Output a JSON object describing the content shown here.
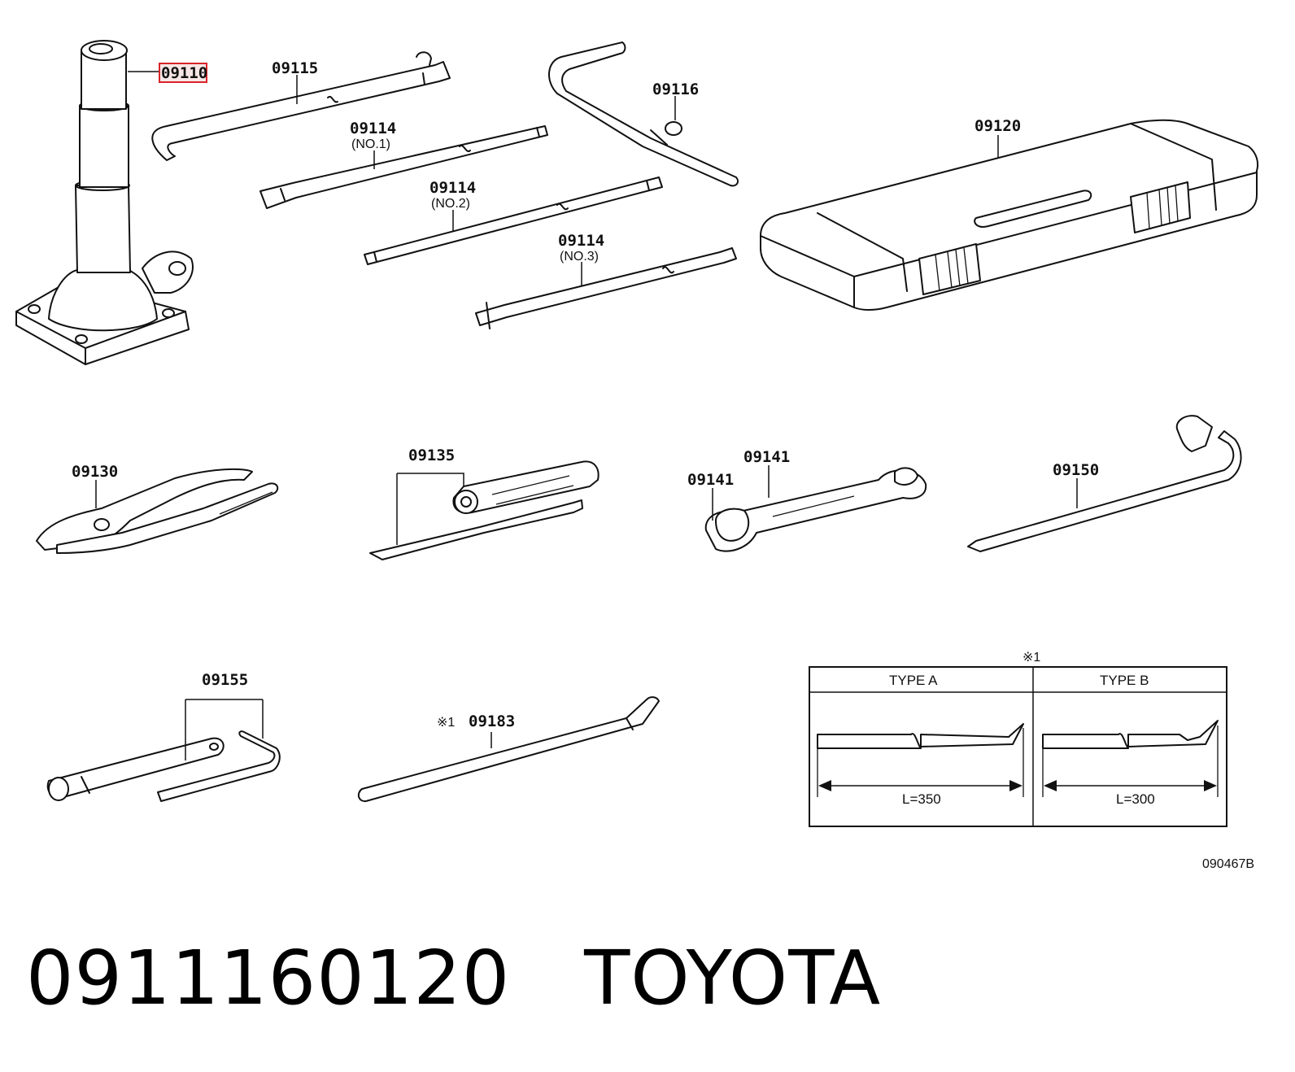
{
  "labels": {
    "jack": "09110",
    "handle": "09115",
    "ext1": "09114",
    "ext1_sub": "(NO.1)",
    "ext2": "09114",
    "ext2_sub": "(NO.2)",
    "ext3": "09114",
    "ext3_sub": "(NO.3)",
    "jack_handle": "09116",
    "tool_bag": "09120",
    "pliers": "09130",
    "screwdriver": "09135",
    "wrench_a": "09141",
    "wrench_b": "09141",
    "lug_wrench": "09150",
    "plug_wrench": "09155",
    "bar_mark": "※1",
    "bar": "09183"
  },
  "type_table": {
    "mark": "※1",
    "type_a": "TYPE A",
    "type_b": "TYPE B",
    "len_a": "L=350",
    "len_b": "L=300"
  },
  "figure_ref": "090467B",
  "caption": "0911160120   TOYOTA",
  "colors": {
    "highlight_border": "#d9242a",
    "highlight_fill": "#f7e6e6",
    "ink": "#111111"
  }
}
